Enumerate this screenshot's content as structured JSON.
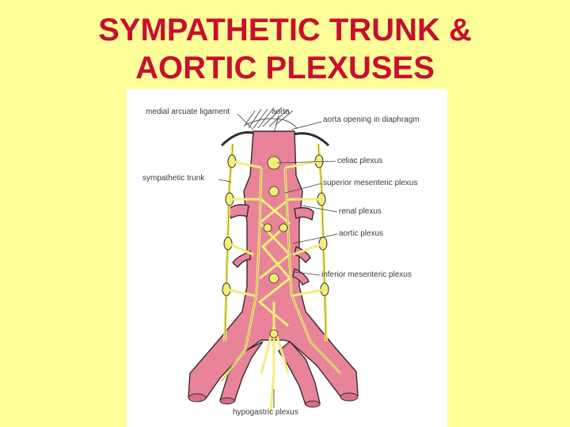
{
  "slide": {
    "title_line1": "SYMPATHETIC TRUNK &",
    "title_line2": "AORTIC PLEXUSES"
  },
  "figure": {
    "labels": {
      "medial_arcuate_ligament": "medial arcuate ligament",
      "aorta": "aorta",
      "aorta_opening": "aorta opening in diaphragm",
      "sympathetic_trunk": "sympathetic trunk",
      "celiac_plexus": "celiac plexus",
      "superior_mesenteric_plexus": "superior mesenteric plexus",
      "renal_plexus": "renal plexus",
      "aortic_plexus": "aortic plexus",
      "inferior_mesenteric_plexus": "inferior mesenteric plexus",
      "hypogastric_plexus": "hypogastric plexus"
    },
    "colors": {
      "background": "#FFFF99",
      "title": "#C8102E",
      "artery": "#E8839A",
      "nerve": "#F3EE7A",
      "outline": "#3a2a2a"
    }
  }
}
